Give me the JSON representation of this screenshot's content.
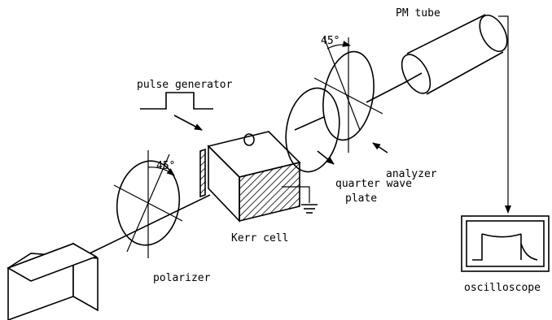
{
  "labels": {
    "pm_tube": "PM tube",
    "pulse_generator": "pulse generator",
    "angle_analyzer": "45°",
    "angle_polarizer": "45°",
    "analyzer": "analyzer",
    "quarter_wave_line1": "quarter wave",
    "quarter_wave_line2": "plate",
    "kerr_cell": "Kerr cell",
    "polarizer": "polarizer",
    "oscilloscope": "oscilloscope"
  }
}
